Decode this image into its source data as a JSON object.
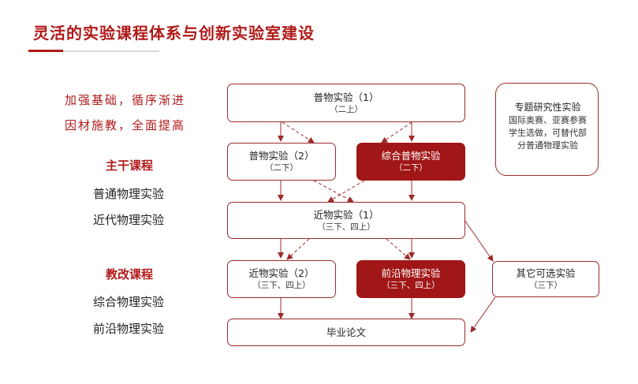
{
  "title": "灵活的实验课程体系与创新实验室建设",
  "colors": {
    "accent": "#b01a1a",
    "box_fill": "#a11616",
    "box_border": "#9b2b2b",
    "arrow": "#9b2b2b"
  },
  "motto": [
    "加强基础，循序渐进",
    "因材施教，全面提高"
  ],
  "categories": [
    {
      "title": "主干课程",
      "courses": [
        "普通物理实验",
        "近代物理实验"
      ]
    },
    {
      "title": "教改课程",
      "courses": [
        "综合物理实验",
        "前沿物理实验"
      ]
    }
  ],
  "nodes": {
    "pw1": {
      "title": "普物实验（1）",
      "sub": "（二上）"
    },
    "pw2": {
      "title": "普物实验（2）",
      "sub": "（二下）"
    },
    "zhpw": {
      "title": "综合普物实验",
      "sub": "（二下）"
    },
    "jw1": {
      "title": "近物实验（1）",
      "sub": "（三下、四上）"
    },
    "jw2": {
      "title": "近物实验（2）",
      "sub": "（三下、四上）"
    },
    "qywl": {
      "title": "前沿物理实验",
      "sub": "（三下、四上）"
    },
    "qtkx": {
      "title": "其它可选实验",
      "sub": "（三下）"
    },
    "bylw": {
      "title": "毕业论文"
    }
  },
  "side_note": {
    "title": "专题研究性实验",
    "lines": [
      "国际奥赛、亚赛参赛",
      "学生选做，可替代部",
      "分普通物理实验"
    ]
  }
}
